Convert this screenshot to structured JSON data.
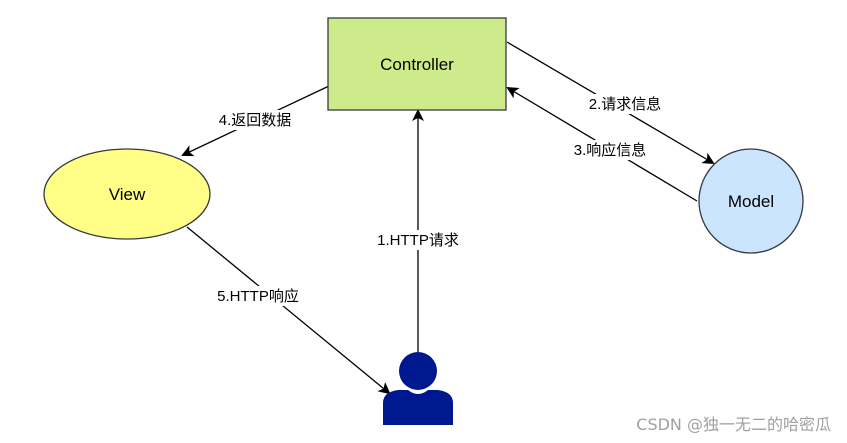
{
  "nodes": {
    "controller": {
      "label": "Controller",
      "fill": "#cdeb8b",
      "stroke": "#36393d"
    },
    "view": {
      "label": "View",
      "fill": "#ffff88",
      "stroke": "#36393d"
    },
    "model": {
      "label": "Model",
      "fill": "#cce5ff",
      "stroke": "#36393d"
    },
    "user": {
      "icon": "user-icon",
      "fill": "#00188f"
    }
  },
  "edges": {
    "http_request": "1.HTTP请求",
    "request_info": "2.请求信息",
    "response_info": "3.响应信息",
    "return_data": "4.返回数据",
    "http_response": "5.HTTP响应"
  },
  "watermark": "CSDN @独一无二的哈密瓜"
}
